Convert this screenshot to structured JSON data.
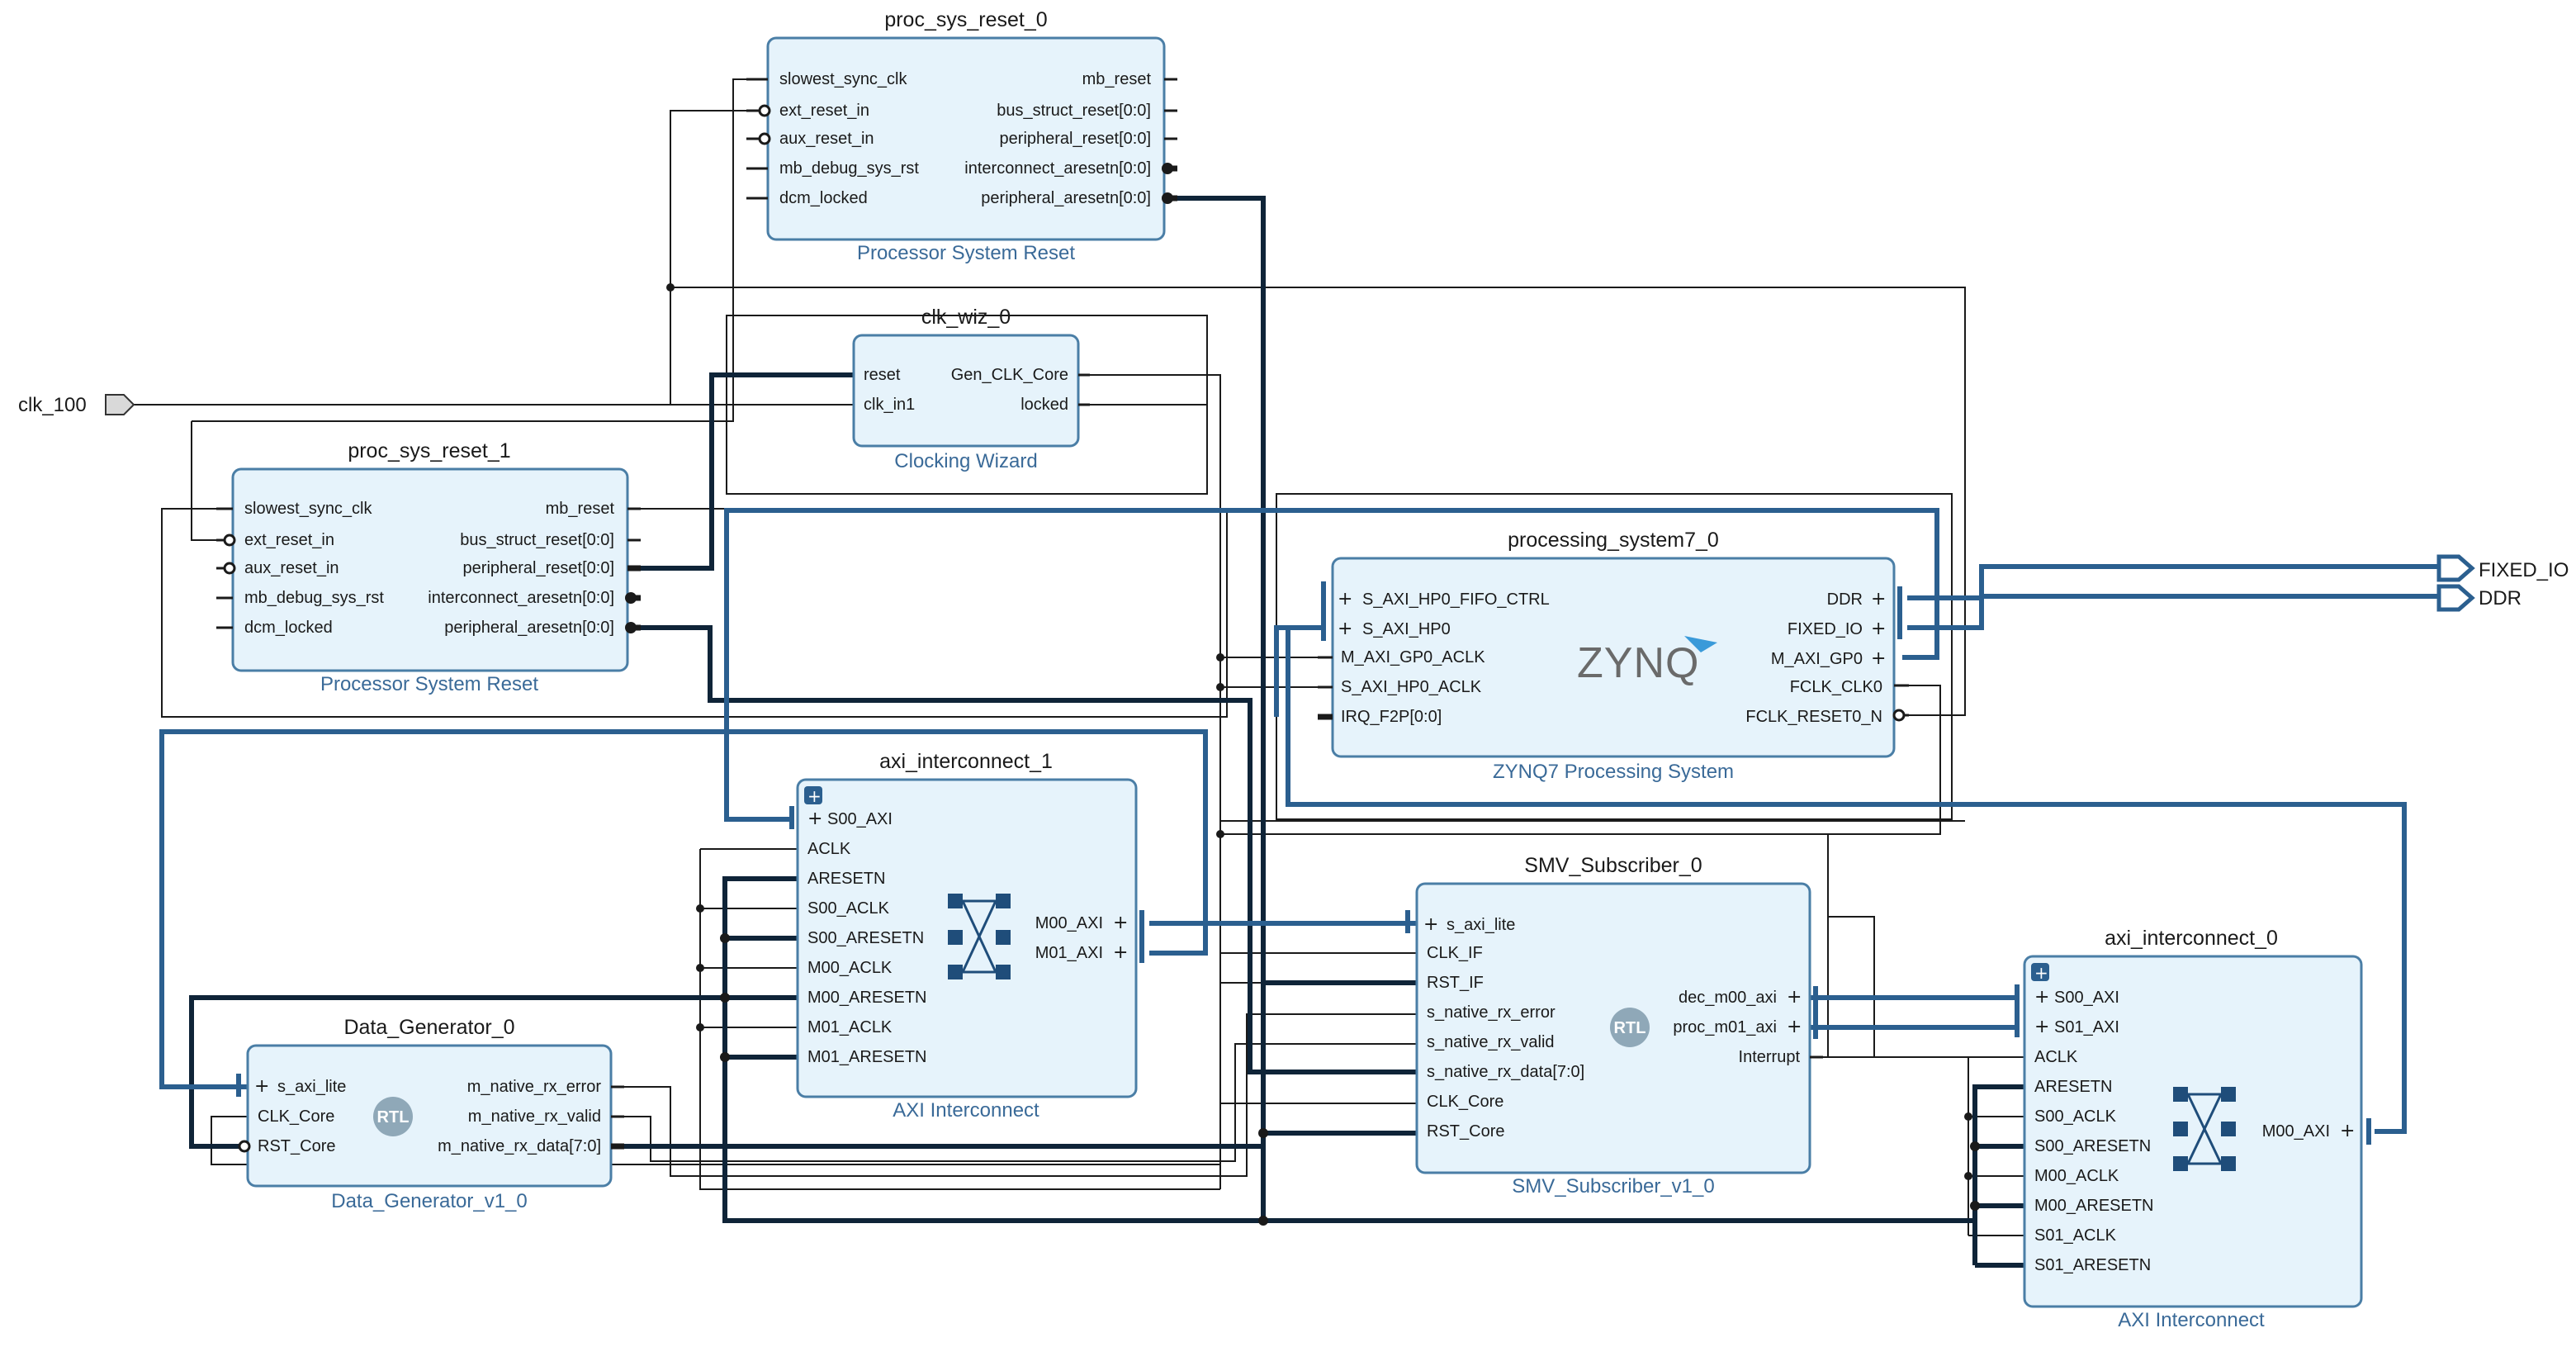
{
  "colors": {
    "ip_fill": "#e6f3fb",
    "ip_border": "#4a7ea6",
    "bus": "#2b5f8f",
    "wire": "#1a1a1a",
    "subtitle": "#3a6a98"
  },
  "blocks": {
    "proc_sys_reset_0": {
      "name": "proc_sys_reset_0",
      "type": "Processor System Reset",
      "left": [
        "slowest_sync_clk",
        "ext_reset_in",
        "aux_reset_in",
        "mb_debug_sys_rst",
        "dcm_locked"
      ],
      "right": [
        "mb_reset",
        "bus_struct_reset[0:0]",
        "peripheral_reset[0:0]",
        "interconnect_aresetn[0:0]",
        "peripheral_aresetn[0:0]"
      ]
    },
    "clk_wiz_0": {
      "name": "clk_wiz_0",
      "type": "Clocking Wizard",
      "left": [
        "reset",
        "clk_in1"
      ],
      "right": [
        "Gen_CLK_Core",
        "locked"
      ]
    },
    "proc_sys_reset_1": {
      "name": "proc_sys_reset_1",
      "type": "Processor System Reset",
      "left": [
        "slowest_sync_clk",
        "ext_reset_in",
        "aux_reset_in",
        "mb_debug_sys_rst",
        "dcm_locked"
      ],
      "right": [
        "mb_reset",
        "bus_struct_reset[0:0]",
        "peripheral_reset[0:0]",
        "interconnect_aresetn[0:0]",
        "peripheral_aresetn[0:0]"
      ]
    },
    "processing_system7_0": {
      "name": "processing_system7_0",
      "type": "ZYNQ7 Processing System",
      "logo": "ZYNQ",
      "left": [
        "S_AXI_HP0_FIFO_CTRL",
        "S_AXI_HP0",
        "M_AXI_GP0_ACLK",
        "S_AXI_HP0_ACLK",
        "IRQ_F2P[0:0]"
      ],
      "right": [
        "DDR",
        "FIXED_IO",
        "M_AXI_GP0",
        "FCLK_CLK0",
        "FCLK_RESET0_N"
      ]
    },
    "axi_interconnect_1": {
      "name": "axi_interconnect_1",
      "type": "AXI Interconnect",
      "left": [
        "S00_AXI",
        "ACLK",
        "ARESETN",
        "S00_ACLK",
        "S00_ARESETN",
        "M00_ACLK",
        "M00_ARESETN",
        "M01_ACLK",
        "M01_ARESETN"
      ],
      "right": [
        "M00_AXI",
        "M01_AXI"
      ]
    },
    "smv_subscriber_0": {
      "name": "SMV_Subscriber_0",
      "type": "SMV_Subscriber_v1_0",
      "badge": "RTL",
      "left": [
        "s_axi_lite",
        "CLK_IF",
        "RST_IF",
        "s_native_rx_error",
        "s_native_rx_valid",
        "s_native_rx_data[7:0]",
        "CLK_Core",
        "RST_Core"
      ],
      "right": [
        "dec_m00_axi",
        "proc_m01_axi",
        "Interrupt"
      ]
    },
    "data_generator_0": {
      "name": "Data_Generator_0",
      "type": "Data_Generator_v1_0",
      "badge": "RTL",
      "left": [
        "s_axi_lite",
        "CLK_Core",
        "RST_Core"
      ],
      "right": [
        "m_native_rx_error",
        "m_native_rx_valid",
        "m_native_rx_data[7:0]"
      ]
    },
    "axi_interconnect_0": {
      "name": "axi_interconnect_0",
      "type": "AXI Interconnect",
      "left": [
        "S00_AXI",
        "S01_AXI",
        "ACLK",
        "ARESETN",
        "S00_ACLK",
        "S00_ARESETN",
        "M00_ACLK",
        "M00_ARESETN",
        "S01_ACLK",
        "S01_ARESETN"
      ],
      "right": [
        "M00_AXI"
      ]
    }
  },
  "external_ports": {
    "clk_100": "clk_100",
    "fixed_io": "FIXED_IO",
    "ddr": "DDR"
  }
}
